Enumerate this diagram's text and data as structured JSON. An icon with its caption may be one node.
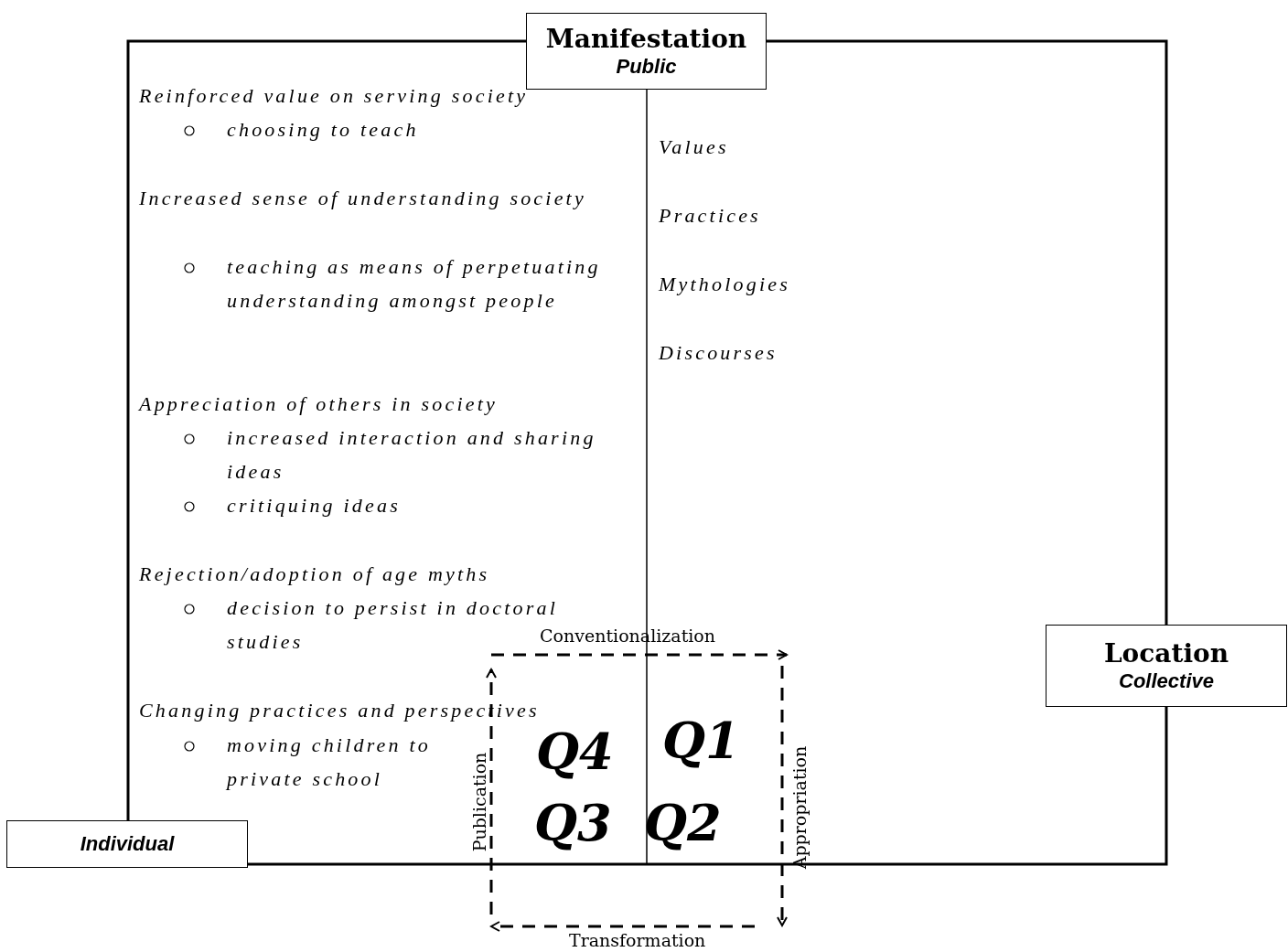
{
  "diagram": {
    "nodes": [
      {
        "text": [
          "Manifestation",
          "Public"
        ]
      },
      {
        "text": [
          "Location",
          "Collective"
        ]
      },
      {
        "text": [
          "Individual"
        ]
      }
    ],
    "labels": [
      "Reinforced value on serving society",
      "choosing to teach",
      "Increased sense of understanding society",
      "teaching as means of perpetuating understanding amongst people",
      "Appreciation of others in society",
      "increased interaction and sharing ideas",
      "critiquing ideas",
      "Rejection/adoption of age myths",
      "decision to persist in doctoral studies",
      "Changing practices and perspectives",
      "moving children to private school",
      "Values",
      "Practices",
      "Mythologies",
      "Discourses",
      "Conventionalization",
      "Q4",
      "Q1",
      "Publication",
      "Appropriation",
      "Q3",
      "Q2",
      "Transformation"
    ]
  }
}
